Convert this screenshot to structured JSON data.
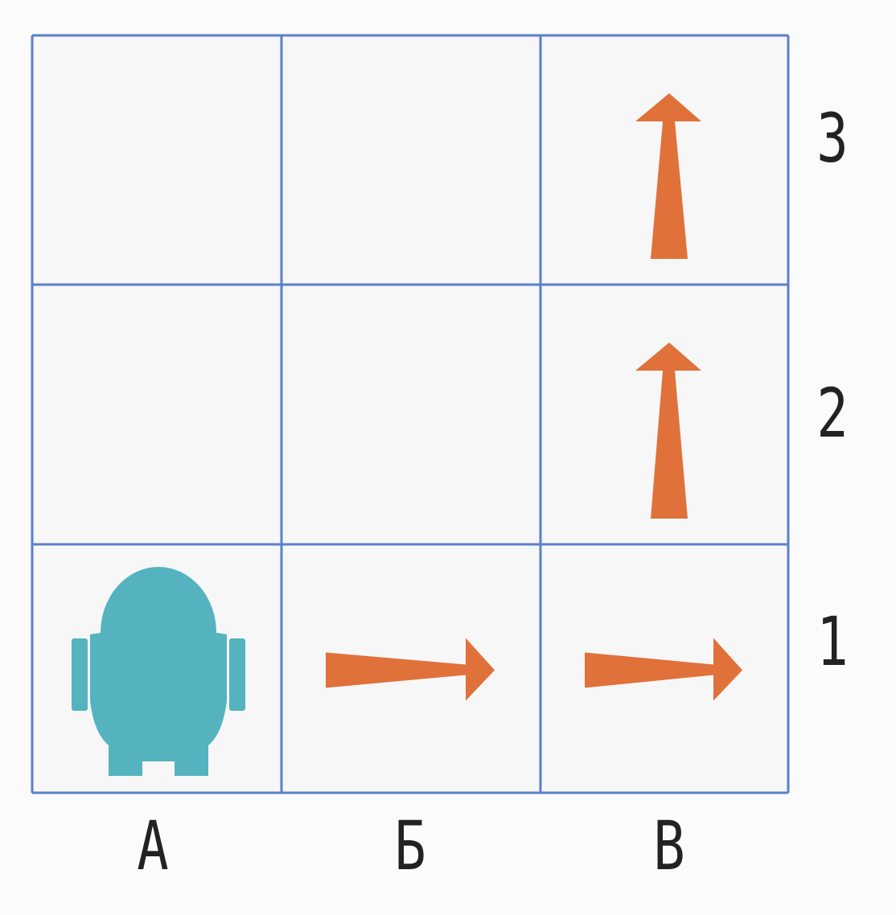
{
  "grid": {
    "columns": [
      "А",
      "Б",
      "В"
    ],
    "rows": [
      "3",
      "2",
      "1"
    ],
    "robot": {
      "icon": "robot-icon",
      "cell": "А1"
    },
    "arrows": [
      {
        "cell": "Б1",
        "direction": "right",
        "icon": "arrow-right-icon"
      },
      {
        "cell": "В1",
        "direction": "right",
        "icon": "arrow-right-icon"
      },
      {
        "cell": "В2",
        "direction": "up",
        "icon": "arrow-up-icon"
      },
      {
        "cell": "В3",
        "direction": "up",
        "icon": "arrow-up-icon"
      }
    ]
  },
  "colors": {
    "grid_line": "#5b7fcb",
    "cell_fill": "#f7f7f7",
    "arrow": "#e0713a",
    "robot": "#55b3c0",
    "label": "#222222"
  }
}
